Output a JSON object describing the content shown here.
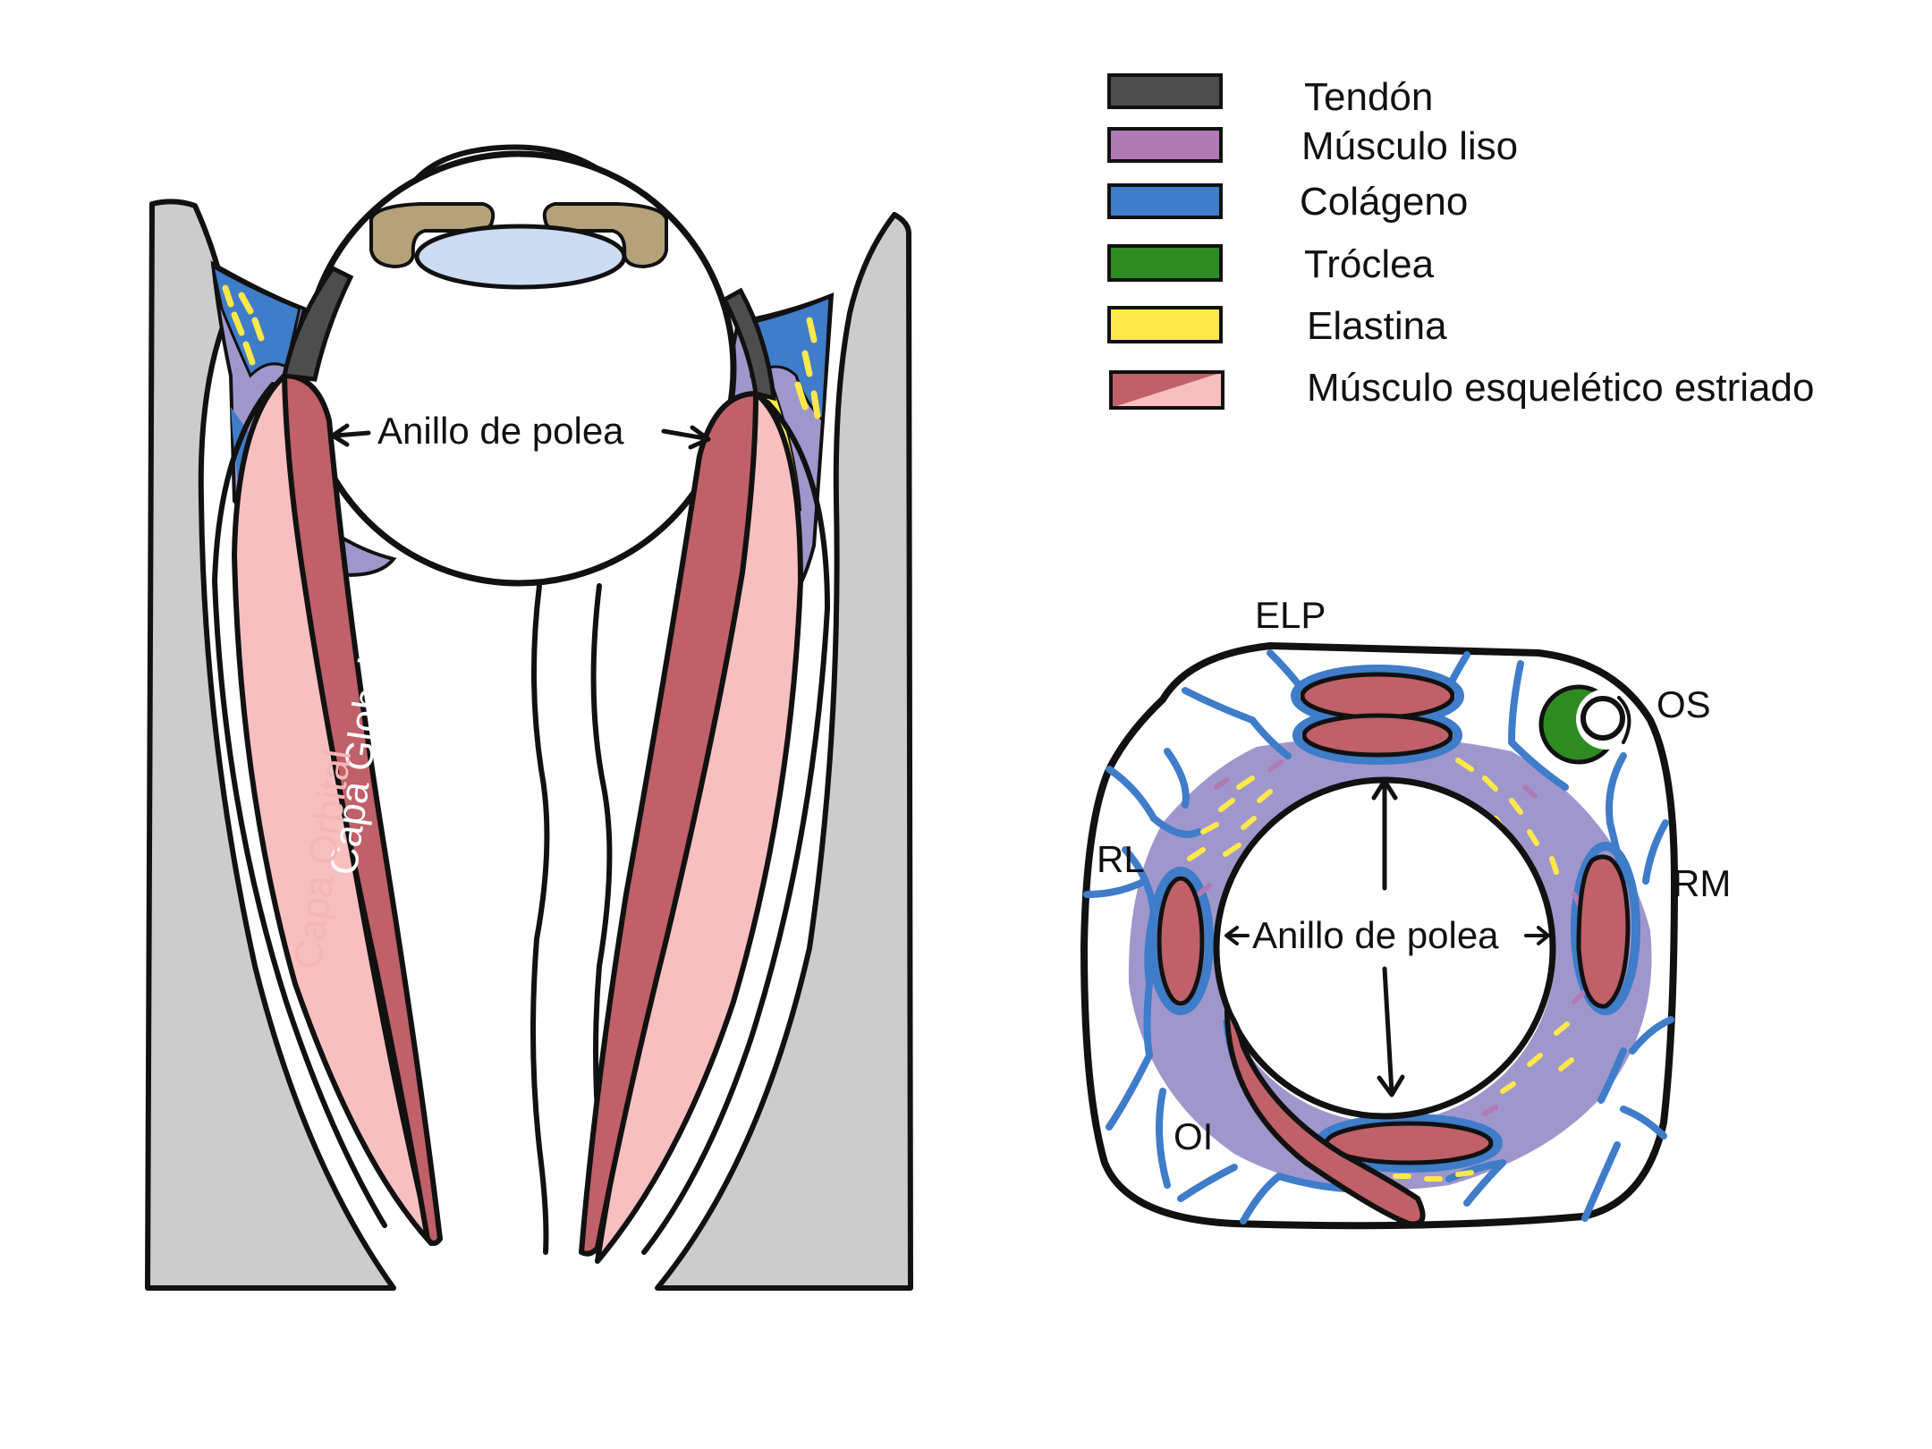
{
  "legend": {
    "items": [
      {
        "id": "tendon",
        "label": "Tendón",
        "color": "#4d4d4d"
      },
      {
        "id": "smooth-muscle",
        "label": "Músculo liso",
        "color": "#b07ab3"
      },
      {
        "id": "collagen",
        "label": "Colágeno",
        "color": "#3f7cc9"
      },
      {
        "id": "trochlea",
        "label": "Tróclea",
        "color": "#2e8b22"
      },
      {
        "id": "elastin",
        "label": "Elastina",
        "color": "#ffe84a"
      },
      {
        "id": "striated-muscle",
        "label": "Músculo esquelético estriado",
        "color": "#c06068",
        "color_light": "#f7bfc0"
      }
    ]
  },
  "left_diagram": {
    "pulley_label": "Anillo de polea",
    "global_layer_label": "Capa Global",
    "orbital_layer_label": "Capa Orbital"
  },
  "right_diagram": {
    "pulley_label": "Anillo de polea",
    "labels": {
      "elp": "ELP",
      "os": "OS",
      "rl": "RL",
      "rm": "RM",
      "oi": "OI"
    }
  },
  "colors": {
    "bone": "#cccccc",
    "tendon": "#4d4d4d",
    "collagen": "#3f7cc9",
    "smooth_muscle": "#9f97cc",
    "muscle": "#c06068",
    "muscle_light": "#f7bfc0",
    "cornea": "#cddcf3",
    "ciliary": "#b5a27a",
    "trochlea": "#2e8b22",
    "elastin": "#ffe84a",
    "pink_text": "#f4b6b8",
    "white_text": "#ffffff"
  }
}
